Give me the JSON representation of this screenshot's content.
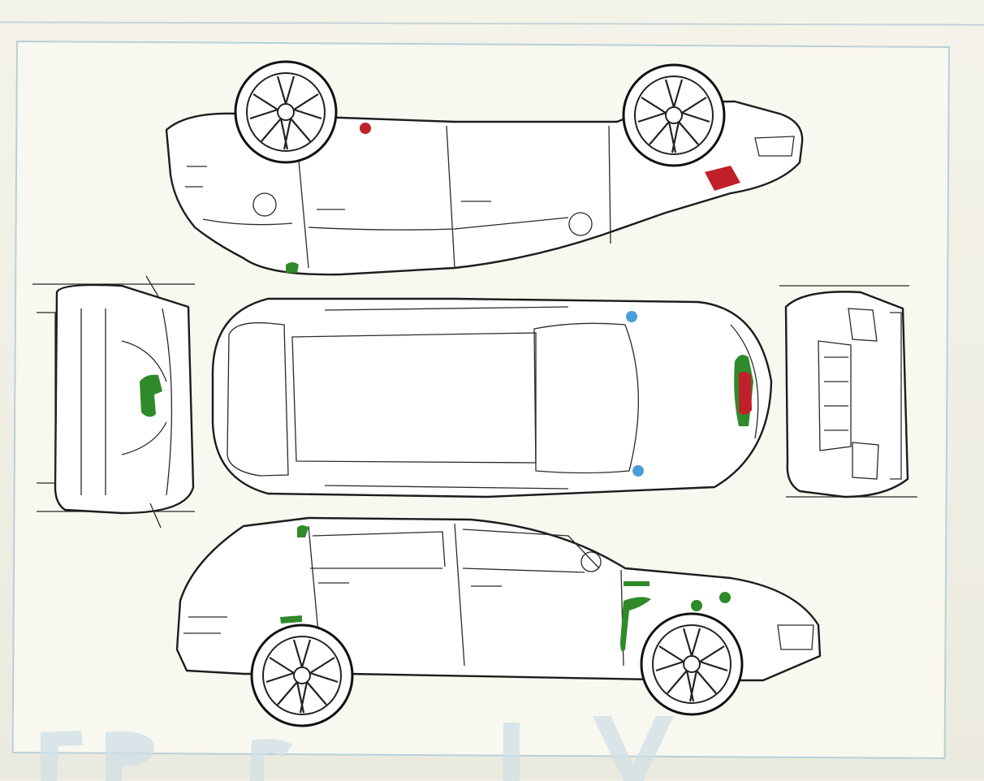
{
  "diagram": {
    "views": [
      "top-inverted-side",
      "rear",
      "roof",
      "front",
      "left-side"
    ],
    "damage_colors": {
      "green": "#2f8a2a",
      "red": "#c0202a",
      "blue": "#4a9fd8"
    }
  }
}
